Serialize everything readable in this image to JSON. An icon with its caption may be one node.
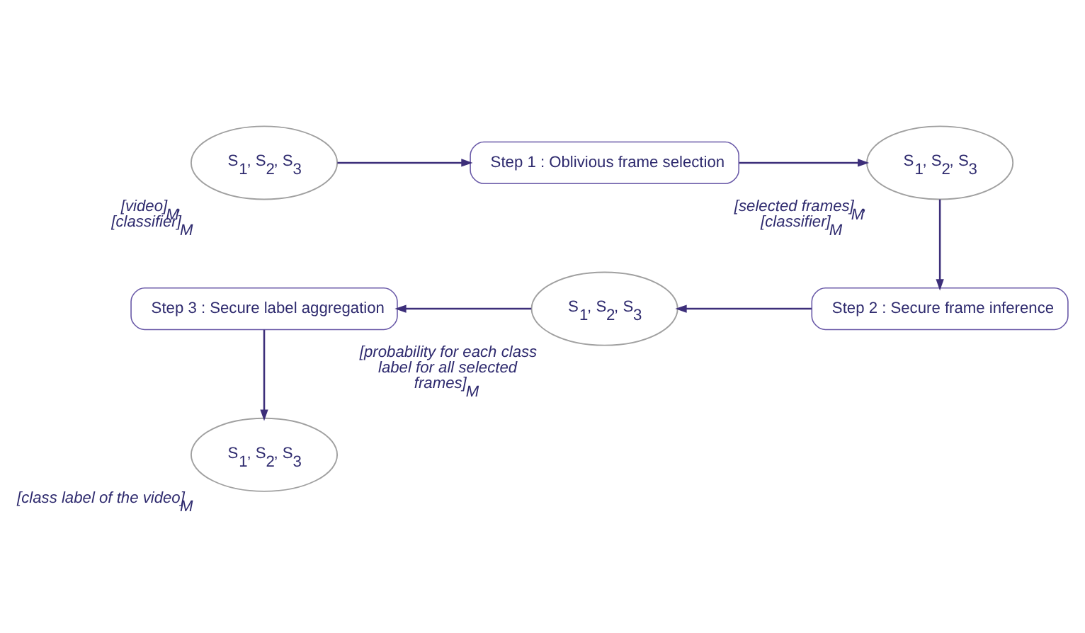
{
  "diagram": {
    "nodes": [
      {
        "text": [
          "S$_{1}$, S$_{2}$, S$_{3}$"
        ],
        "beside": [
          "[video]$_{M}$, [classifier]$_{M}$"
        ]
      },
      {
        "text": [
          "Step 1 : Oblivious frame selection"
        ]
      },
      {
        "text": [
          "S$_{1}$, S$_{2}$, S$_{3}$"
        ],
        "beside": [
          "[selected frames]$_{M}$, [classifier]$_{M}$"
        ]
      },
      {
        "text": [
          "Step 2 : Secure frame inference"
        ]
      },
      {
        "text": [
          "S$_{1}$, S$_{2}$, S$_{3}$"
        ],
        "beside": [
          "[probability for each class label for all selected frames]$_{M}$"
        ]
      },
      {
        "text": [
          "Step 3 : Secure label aggregation"
        ]
      },
      {
        "text": [
          "S$_{1}$, S$_{2}$, S$_{3}$"
        ],
        "beside": [
          "[class label of the video]$_{M}$"
        ]
      }
    ],
    "edges": [
      {
        "from": 0,
        "to": 1,
        "arrow": "to"
      },
      {
        "from": 1,
        "to": 2,
        "arrow": "to"
      },
      {
        "from": 2,
        "to": 3,
        "arrow": "to"
      },
      {
        "from": 3,
        "to": 4,
        "arrow": "to"
      },
      {
        "from": 4,
        "to": 5,
        "arrow": "to"
      },
      {
        "from": 5,
        "to": 6,
        "arrow": "to"
      }
    ]
  }
}
